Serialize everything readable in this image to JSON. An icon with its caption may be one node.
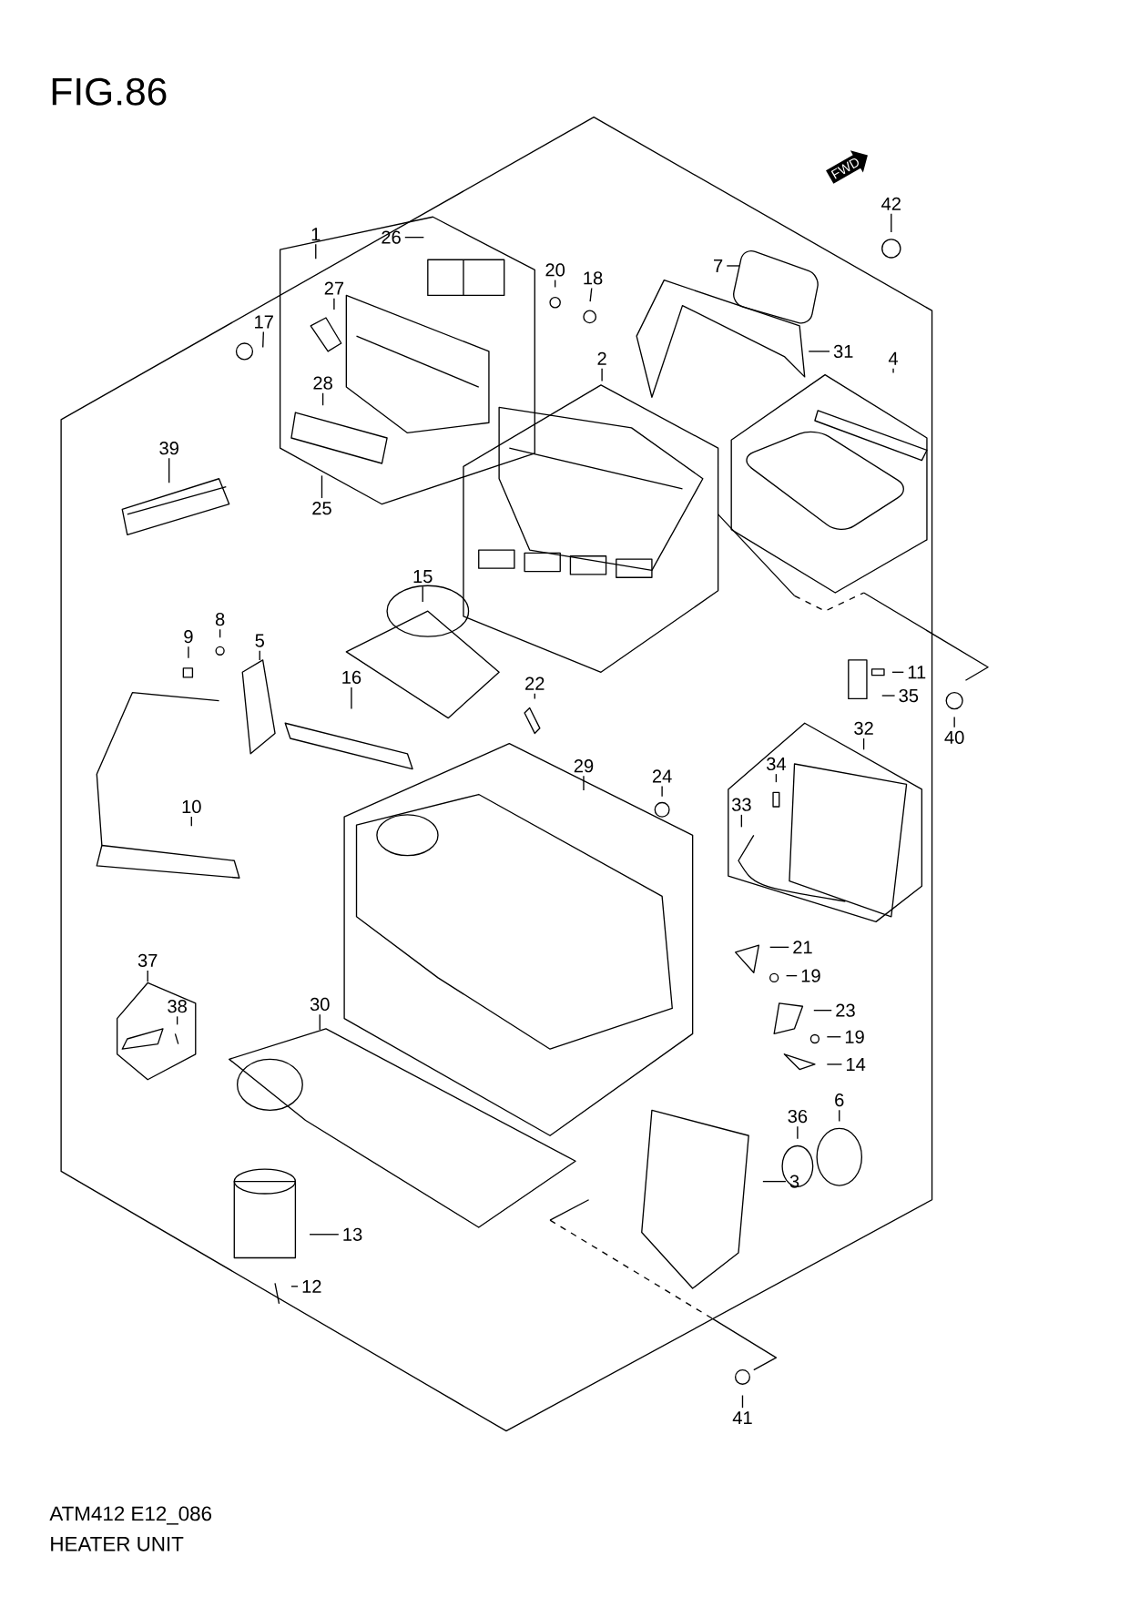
{
  "diagram": {
    "title": "FIG.86",
    "nodes": [
      {
        "text": [
          "1"
        ]
      },
      {
        "text": [
          "26"
        ]
      },
      {
        "text": [
          "27"
        ]
      },
      {
        "text": [
          "20"
        ]
      },
      {
        "text": [
          "18"
        ]
      },
      {
        "text": [
          "7"
        ]
      },
      {
        "text": [
          "42"
        ]
      },
      {
        "text": [
          "17"
        ]
      },
      {
        "text": [
          "31"
        ]
      },
      {
        "text": [
          "2"
        ]
      },
      {
        "text": [
          "4"
        ]
      },
      {
        "text": [
          "28"
        ]
      },
      {
        "text": [
          "39"
        ]
      },
      {
        "text": [
          "25"
        ]
      },
      {
        "text": [
          "15"
        ]
      },
      {
        "text": [
          "9"
        ]
      },
      {
        "text": [
          "8"
        ]
      },
      {
        "text": [
          "5"
        ]
      },
      {
        "text": [
          "11"
        ]
      },
      {
        "text": [
          "16"
        ]
      },
      {
        "text": [
          "22"
        ]
      },
      {
        "text": [
          "35"
        ]
      },
      {
        "text": [
          "32"
        ]
      },
      {
        "text": [
          "40"
        ]
      },
      {
        "text": [
          "34"
        ]
      },
      {
        "text": [
          "29"
        ]
      },
      {
        "text": [
          "24"
        ]
      },
      {
        "text": [
          "33"
        ]
      },
      {
        "text": [
          "10"
        ]
      },
      {
        "text": [
          "21"
        ]
      },
      {
        "text": [
          "37"
        ]
      },
      {
        "text": [
          "19"
        ]
      },
      {
        "text": [
          "23"
        ]
      },
      {
        "text": [
          "38"
        ]
      },
      {
        "text": [
          "30"
        ]
      },
      {
        "text": [
          "19"
        ]
      },
      {
        "text": [
          "14"
        ]
      },
      {
        "text": [
          "6"
        ]
      },
      {
        "text": [
          "36"
        ]
      },
      {
        "text": [
          "3"
        ]
      },
      {
        "text": [
          "13"
        ]
      },
      {
        "text": [
          "12"
        ]
      },
      {
        "text": [
          "41"
        ]
      }
    ],
    "edges": [
      {
        "from": 0,
        "to": null,
        "arrow": "none"
      },
      {
        "from": 1,
        "to": null,
        "arrow": "none"
      },
      {
        "from": 2,
        "to": null,
        "arrow": "none"
      },
      {
        "from": 3,
        "to": null,
        "arrow": "none"
      },
      {
        "from": 4,
        "to": null,
        "arrow": "none"
      },
      {
        "from": 5,
        "to": null,
        "arrow": "none"
      },
      {
        "from": 6,
        "to": null,
        "arrow": "none"
      },
      {
        "from": 7,
        "to": null,
        "arrow": "none"
      },
      {
        "from": 8,
        "to": null,
        "arrow": "none"
      },
      {
        "from": 9,
        "to": null,
        "arrow": "none"
      },
      {
        "from": 10,
        "to": null,
        "arrow": "none"
      },
      {
        "from": 11,
        "to": null,
        "arrow": "none"
      },
      {
        "from": 12,
        "to": null,
        "arrow": "none"
      },
      {
        "from": 13,
        "to": null,
        "arrow": "none"
      },
      {
        "from": 14,
        "to": null,
        "arrow": "none"
      },
      {
        "from": 15,
        "to": null,
        "arrow": "none"
      },
      {
        "from": 16,
        "to": null,
        "arrow": "none"
      },
      {
        "from": 17,
        "to": null,
        "arrow": "none"
      },
      {
        "from": 18,
        "to": null,
        "arrow": "none"
      },
      {
        "from": 19,
        "to": null,
        "arrow": "none"
      },
      {
        "from": 20,
        "to": null,
        "arrow": "none"
      },
      {
        "from": 21,
        "to": null,
        "arrow": "none"
      },
      {
        "from": 22,
        "to": null,
        "arrow": "none"
      },
      {
        "from": 23,
        "to": null,
        "arrow": "none"
      },
      {
        "from": 24,
        "to": null,
        "arrow": "none"
      },
      {
        "from": 25,
        "to": null,
        "arrow": "none"
      },
      {
        "from": 26,
        "to": null,
        "arrow": "none"
      },
      {
        "from": 27,
        "to": null,
        "arrow": "none"
      },
      {
        "from": 28,
        "to": null,
        "arrow": "none"
      },
      {
        "from": 29,
        "to": null,
        "arrow": "none"
      },
      {
        "from": 30,
        "to": null,
        "arrow": "none"
      },
      {
        "from": 31,
        "to": null,
        "arrow": "none"
      },
      {
        "from": 32,
        "to": null,
        "arrow": "none"
      },
      {
        "from": 33,
        "to": null,
        "arrow": "none"
      },
      {
        "from": 34,
        "to": null,
        "arrow": "none"
      },
      {
        "from": 35,
        "to": null,
        "arrow": "none"
      },
      {
        "from": 36,
        "to": null,
        "arrow": "none"
      },
      {
        "from": 37,
        "to": null,
        "arrow": "none"
      },
      {
        "from": 38,
        "to": null,
        "arrow": "none"
      },
      {
        "from": 39,
        "to": null,
        "arrow": "none"
      },
      {
        "from": 40,
        "to": null,
        "arrow": "none"
      },
      {
        "from": 41,
        "to": null,
        "arrow": "none"
      },
      {
        "from": 42,
        "to": null,
        "arrow": "none"
      }
    ],
    "labels": [
      "FWD",
      "ATM412 E12_086",
      "HEATER UNIT"
    ]
  }
}
